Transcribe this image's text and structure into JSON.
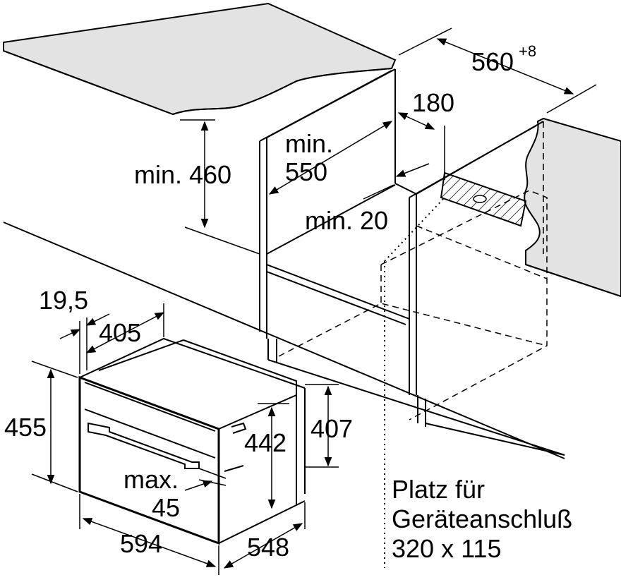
{
  "labels": {
    "width_niche": "560",
    "width_niche_tol": "+8",
    "dim_180": "180",
    "min_460": "min. 460",
    "min_550_a": "min.",
    "min_550_b": "550",
    "min_20": "min. 20",
    "dim_19_5": "19,5",
    "dim_405": "405",
    "dim_455": "455",
    "dim_442": "442",
    "dim_407": "407",
    "max_45_a": "max.",
    "max_45_b": "45",
    "dim_594": "594",
    "dim_548": "548",
    "note_line1": "Platz für",
    "note_line2": "Geräteanschluß",
    "note_line3": "320 x 115"
  }
}
